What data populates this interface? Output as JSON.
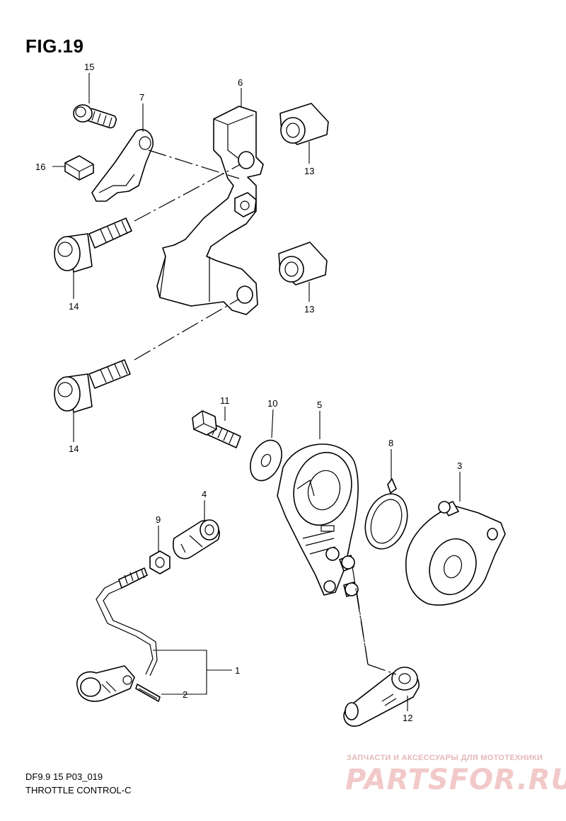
{
  "figure": {
    "title": "FIG.19"
  },
  "footer": {
    "model_code": "DF9.9 15 P03_019",
    "section_title": "THROTTLE CONTROL-C"
  },
  "watermark": {
    "tagline": "ЗАПЧАСТИ И АКСЕССУАРЫ ДЛЯ МОТОТЕХНИКИ",
    "logo": "PARTSFOR.RU",
    "color": "#f2c9c9"
  },
  "callouts": [
    "1",
    "2",
    "3",
    "4",
    "5",
    "6",
    "7",
    "8",
    "9",
    "10",
    "11",
    "12",
    "13",
    "14",
    "15",
    "16"
  ],
  "parts": [
    {
      "ref": "1",
      "icon": "throttle-rod-icon"
    },
    {
      "ref": "2",
      "icon": "pin-icon"
    },
    {
      "ref": "3",
      "icon": "throttle-cam-icon"
    },
    {
      "ref": "4",
      "icon": "rod-joint-icon"
    },
    {
      "ref": "5",
      "icon": "throttle-lever-icon"
    },
    {
      "ref": "6",
      "icon": "bracket-icon"
    },
    {
      "ref": "7",
      "icon": "plate-icon"
    },
    {
      "ref": "8",
      "icon": "spring-icon"
    },
    {
      "ref": "9",
      "icon": "nut-icon"
    },
    {
      "ref": "10",
      "icon": "washer-icon"
    },
    {
      "ref": "11",
      "icon": "bolt-icon"
    },
    {
      "ref": "12",
      "icon": "link-joint-icon"
    },
    {
      "ref": "13",
      "icon": "bushing-icon"
    },
    {
      "ref": "14",
      "icon": "bolt-icon"
    },
    {
      "ref": "15",
      "icon": "bolt-icon"
    },
    {
      "ref": "16",
      "icon": "clip-icon"
    }
  ]
}
